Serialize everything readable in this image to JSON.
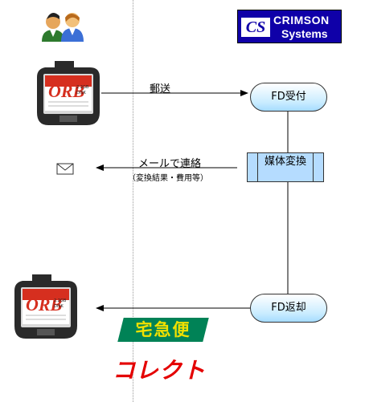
{
  "logo": {
    "mark": "CS",
    "line1": "CRIMSON",
    "line2": "Systems"
  },
  "icons": {
    "customers": "users-icon",
    "floppy": "floppy-disk-icon",
    "mail": "envelope-icon"
  },
  "floppy": {
    "brand": "ORB",
    "capacity": "2.2GB",
    "type": "DISK"
  },
  "edges": {
    "mail_label": "郵送",
    "contact_label": "メールで連絡",
    "contact_note": "（変換結果・費用等）"
  },
  "nodes": {
    "receive": "FD受付",
    "convert": "媒体変換",
    "return": "FD返却"
  },
  "carrier": {
    "line1": "宅急便",
    "line2": "コレクト"
  },
  "colors": {
    "accent": "#0f00a8",
    "node_fill": "#b5dcff",
    "carrier_green": "#008256",
    "carrier_yellow": "#f0e000",
    "carrier_red": "#e40000"
  }
}
